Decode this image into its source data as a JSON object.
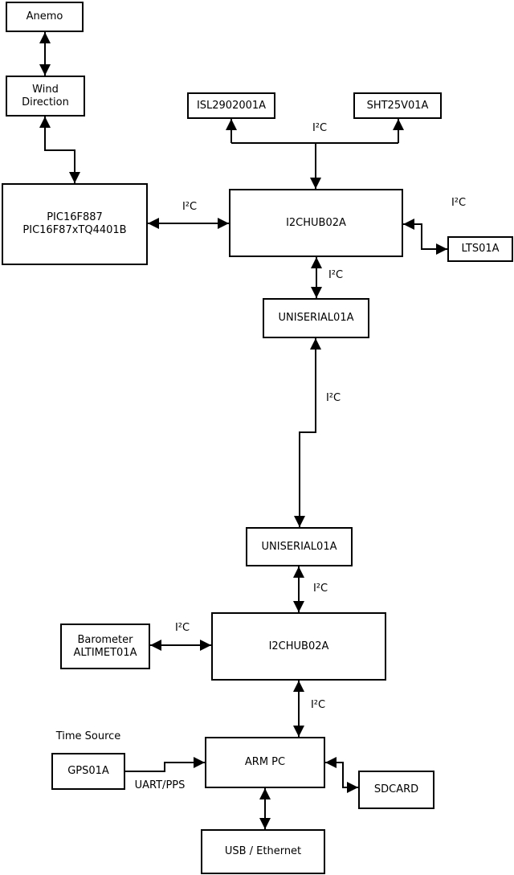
{
  "diagram": {
    "title_hint": "weather-station hardware block diagram",
    "colors": {
      "line": "#000000",
      "background": "#ffffff",
      "box_fill": "#ffffff",
      "text": "#000000"
    },
    "nodes": {
      "anemo": {
        "label": "Anemo"
      },
      "wind_direction": {
        "line1": "Wind",
        "line2": "Direction"
      },
      "pic": {
        "line1": "PIC16F887",
        "line2": "PIC16F87xTQ4401B"
      },
      "isl": {
        "label": "ISL2902001A"
      },
      "sht": {
        "label": "SHT25V01A"
      },
      "i2chub1": {
        "label": "I2CHUB02A"
      },
      "lts": {
        "label": "LTS01A"
      },
      "uniserial1": {
        "label": "UNISERIAL01A"
      },
      "uniserial2": {
        "label": "UNISERIAL01A"
      },
      "i2chub2": {
        "label": "I2CHUB02A"
      },
      "barometer": {
        "line1": "Barometer",
        "line2": "ALTIMET01A"
      },
      "armpc": {
        "label": "ARM PC"
      },
      "gps": {
        "label": "GPS01A"
      },
      "sdcard": {
        "label": "SDCARD"
      },
      "usb_ethernet": {
        "label": "USB / Ethernet"
      }
    },
    "edge_labels": {
      "pic_to_hub1": "I²C",
      "hub1_to_sensors": "I²C",
      "hub1_to_lts": "I²C",
      "hub1_to_uniserial1": "I²C",
      "uniserial1_to_uniserial2": "I²C",
      "uniserial2_to_hub2": "I²C",
      "barometer_to_hub2": "I²C",
      "hub2_to_armpc": "I²C",
      "gps_to_armpc": "UART/PPS"
    },
    "annotations": {
      "time_source": "Time Source"
    }
  }
}
